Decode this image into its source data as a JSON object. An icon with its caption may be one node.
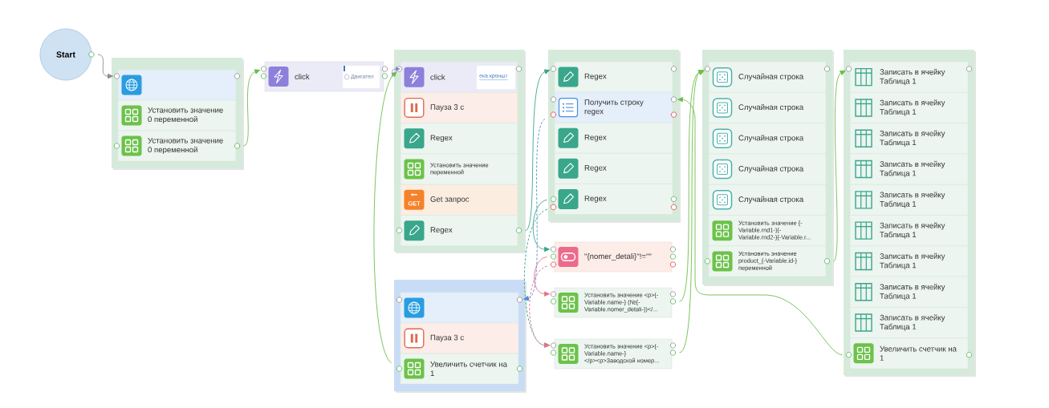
{
  "diagram": {
    "nodes": [
      {
        "text": [
          "Start"
        ]
      },
      {
        "text": [],
        "shape": "box"
      },
      {
        "text": [],
        "shape": "box",
        "in": 1
      },
      {
        "text": [
          "Установить значение 0 переменной"
        ],
        "in": 1
      },
      {
        "text": [
          "Установить значение 0 переменной"
        ],
        "in": 1
      },
      {
        "text": [
          "click",
          "Двигател"
        ]
      },
      {
        "text": [],
        "shape": "box"
      },
      {
        "text": [
          "click",
          "ека кроншт"
        ],
        "in": 6
      },
      {
        "text": [
          "Пауза 3 с"
        ],
        "in": 6
      },
      {
        "text": [
          "Regex"
        ],
        "in": 6
      },
      {
        "text": [
          "Установить значение переменной"
        ],
        "in": 6
      },
      {
        "text": [
          "Get запрос",
          "GET"
        ],
        "in": 6
      },
      {
        "text": [
          "Regex"
        ],
        "in": 6
      },
      {
        "text": [],
        "shape": "box"
      },
      {
        "text": [],
        "shape": "box",
        "in": 13
      },
      {
        "text": [
          "Пауза 3 с"
        ],
        "in": 13
      },
      {
        "text": [
          "Увеличить счетчик на 1"
        ],
        "in": 13
      },
      {
        "text": [],
        "shape": "box"
      },
      {
        "text": [
          "Regex"
        ],
        "in": 17
      },
      {
        "text": [
          "Получить строку regex"
        ],
        "in": 17
      },
      {
        "text": [
          "Regex"
        ],
        "in": 17
      },
      {
        "text": [
          "Regex"
        ],
        "in": 17
      },
      {
        "text": [
          "Regex"
        ],
        "in": 17
      },
      {
        "text": [
          "\"{nomer_detali}\"!=\"\""
        ]
      },
      {
        "text": [
          "Установить значение <p>{- Variable.name-} (№{- Variable.nomer_detali-})</..."
        ]
      },
      {
        "text": [
          "Установить значение <p>{- Variable.name-} </p><p>Заводской номер..."
        ]
      },
      {
        "text": [],
        "shape": "box"
      },
      {
        "text": [
          "Случайная строка"
        ],
        "in": 26
      },
      {
        "text": [
          "Случайная строка"
        ],
        "in": 26
      },
      {
        "text": [
          "Случайная строка"
        ],
        "in": 26
      },
      {
        "text": [
          "Случайная строка"
        ],
        "in": 26
      },
      {
        "text": [
          "Случайная строка"
        ],
        "in": 26
      },
      {
        "text": [
          "Установить значение {- Variable.rnd1-}{- Variable.rnd2-}{-Variable.r..."
        ],
        "in": 26
      },
      {
        "text": [
          "Установить значение product_{-Variable.id-} переменной"
        ],
        "in": 26
      },
      {
        "text": [],
        "shape": "box"
      },
      {
        "text": [
          "Записать в ячейку Таблица 1"
        ],
        "in": 34
      },
      {
        "text": [
          "Записать в ячейку Таблица 1"
        ],
        "in": 34
      },
      {
        "text": [
          "Записать в ячейку Таблица 1"
        ],
        "in": 34
      },
      {
        "text": [
          "Записать в ячейку Таблица 1"
        ],
        "in": 34
      },
      {
        "text": [
          "Записать в ячейку Таблица 1"
        ],
        "in": 34
      },
      {
        "text": [
          "Записать в ячейку Таблица 1"
        ],
        "in": 34
      },
      {
        "text": [
          "Записать в ячейку Таблица 1"
        ],
        "in": 34
      },
      {
        "text": [
          "Записать в ячейку Таблица 1"
        ],
        "in": 34
      },
      {
        "text": [
          "Записать в ячейку Таблица 1"
        ],
        "in": 34
      },
      {
        "text": [
          "Увеличить счетчик на 1"
        ],
        "in": 34
      }
    ],
    "edges": [
      {
        "from": 0,
        "to": 2,
        "arrow": "to",
        "color": "#8c8c8c"
      },
      {
        "from": 4,
        "to": 5,
        "arrow": "to"
      },
      {
        "from": 16,
        "to": 7,
        "arrow": "to"
      },
      {
        "from": 5,
        "to": 7,
        "arrow": "to",
        "color": "#8b7fd6"
      },
      {
        "from": 12,
        "to": 18,
        "arrow": "to",
        "color": "#3aa68c"
      },
      {
        "from": 44,
        "to": 19,
        "arrow": "to"
      },
      {
        "from": 19,
        "to": 14,
        "arrow": "to",
        "style": "dashed",
        "color": "#4f8fd8"
      },
      {
        "from": 22,
        "to": 23,
        "arrow": "to",
        "color": "#3aa68c"
      },
      {
        "from": 22,
        "to": 25,
        "arrow": "to",
        "style": "dashed",
        "color": "#3aa68c"
      },
      {
        "from": 23,
        "to": 24,
        "arrow": "to",
        "color": "#e8708f"
      },
      {
        "from": 23,
        "to": 25,
        "arrow": "to",
        "style": "dashed",
        "color": "#e8708f"
      },
      {
        "from": 24,
        "to": 27,
        "arrow": "to"
      },
      {
        "from": 25,
        "to": 27,
        "arrow": "to"
      },
      {
        "from": 33,
        "to": 35,
        "arrow": "to"
      }
    ]
  }
}
